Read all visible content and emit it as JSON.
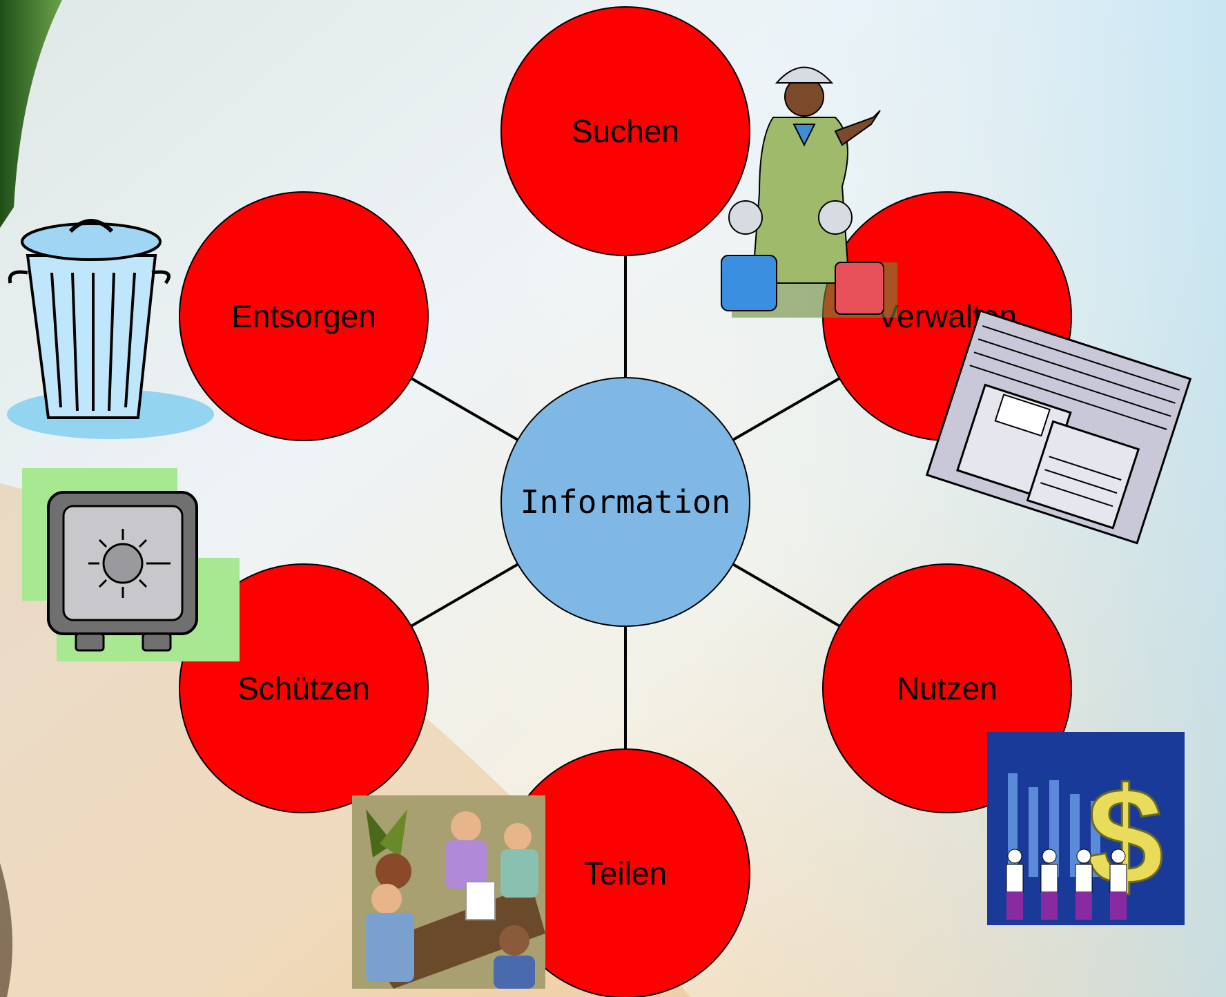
{
  "colors": {
    "outer_node_fill": "#ff0000",
    "center_node_fill": "#7fb8e4",
    "connector": "#000000"
  },
  "center": {
    "label": "Information"
  },
  "nodes": [
    {
      "id": "suchen",
      "label": "Suchen",
      "icon": "explorer-guide-with-children-icon"
    },
    {
      "id": "verwalten",
      "label": "Verwalten",
      "icon": "file-tray-with-floppy-disks-icon"
    },
    {
      "id": "nutzen",
      "label": "Nutzen",
      "icon": "business-people-with-dollar-chart-icon"
    },
    {
      "id": "teilen",
      "label": "Teilen",
      "icon": "team-meeting-table-icon"
    },
    {
      "id": "schuetzen",
      "label": "Schützen",
      "icon": "safe-vault-icon"
    },
    {
      "id": "entsorgen",
      "label": "Entsorgen",
      "icon": "trash-can-icon"
    }
  ]
}
